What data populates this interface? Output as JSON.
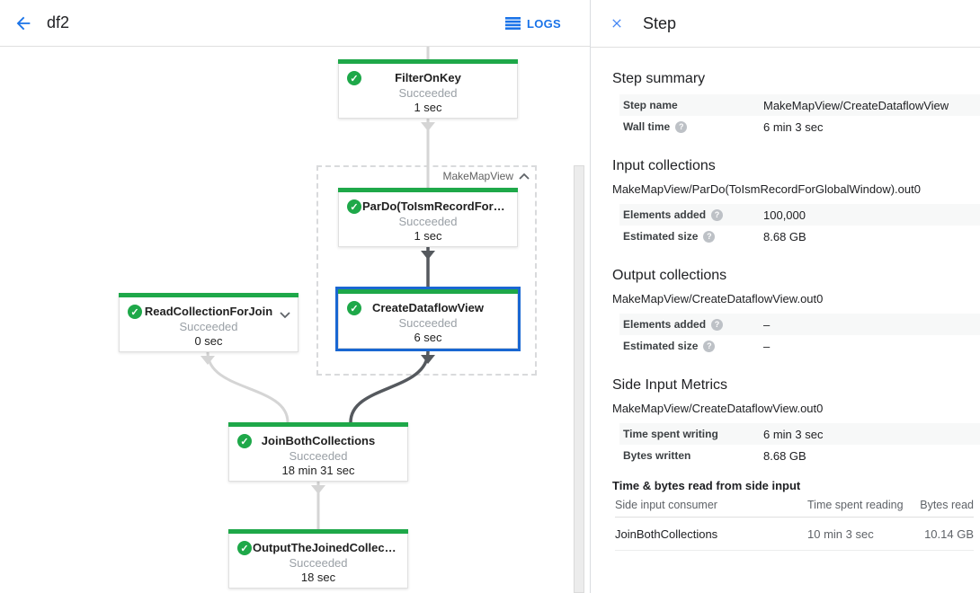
{
  "colors": {
    "blue": "#1a73e8",
    "green": "#1ea849",
    "sel": "#1967d2",
    "edge-light": "#d5d5d5",
    "edge-dark": "#55595e"
  },
  "topbar": {
    "title": "df2",
    "logs_label": "LOGS",
    "back_icon": "arrow-left",
    "logs_icon": "list-lines"
  },
  "graph": {
    "group_label": "MakeMapView",
    "nodes": [
      {
        "title": "FilterOnKey",
        "status": "Succeeded",
        "time": "1 sec"
      },
      {
        "title": "ParDo(ToIsmRecordFor…",
        "status": "Succeeded",
        "time": "1 sec"
      },
      {
        "title": "CreateDataflowView",
        "status": "Succeeded",
        "time": "6 sec"
      },
      {
        "title": "ReadCollectionForJoin",
        "status": "Succeeded",
        "time": "0 sec"
      },
      {
        "title": "JoinBothCollections",
        "status": "Succeeded",
        "time": "18 min 31 sec"
      },
      {
        "title": "OutputTheJoinedCollec…",
        "status": "Succeeded",
        "time": "18 sec"
      }
    ]
  },
  "panel": {
    "title": "Step",
    "close_icon": "x",
    "step_summary": {
      "heading": "Step summary",
      "rows": [
        {
          "label": "Step name",
          "value": "MakeMapView/CreateDataflowView"
        },
        {
          "label": "Wall time",
          "value": "6 min 3 sec"
        }
      ]
    },
    "input_collections": {
      "heading": "Input collections",
      "subtitle": "MakeMapView/ParDo(ToIsmRecordForGlobalWindow).out0",
      "rows": [
        {
          "label": "Elements added",
          "value": "100,000"
        },
        {
          "label": "Estimated size",
          "value": "8.68 GB"
        }
      ]
    },
    "output_collections": {
      "heading": "Output collections",
      "subtitle": "MakeMapView/CreateDataflowView.out0",
      "rows": [
        {
          "label": "Elements added",
          "value": "–"
        },
        {
          "label": "Estimated size",
          "value": "–"
        }
      ]
    },
    "side_input_metrics": {
      "heading": "Side Input Metrics",
      "subtitle": "MakeMapView/CreateDataflowView.out0",
      "rows": [
        {
          "label": "Time spent writing",
          "value": "6 min 3 sec"
        },
        {
          "label": "Bytes written",
          "value": "8.68 GB"
        }
      ]
    },
    "side_input_table": {
      "heading": "Time & bytes read from side input",
      "columns": [
        "Side input consumer",
        "Time spent reading",
        "Bytes read"
      ],
      "rows": [
        [
          "JoinBothCollections",
          "10 min 3 sec",
          "10.14 GB"
        ]
      ]
    }
  }
}
